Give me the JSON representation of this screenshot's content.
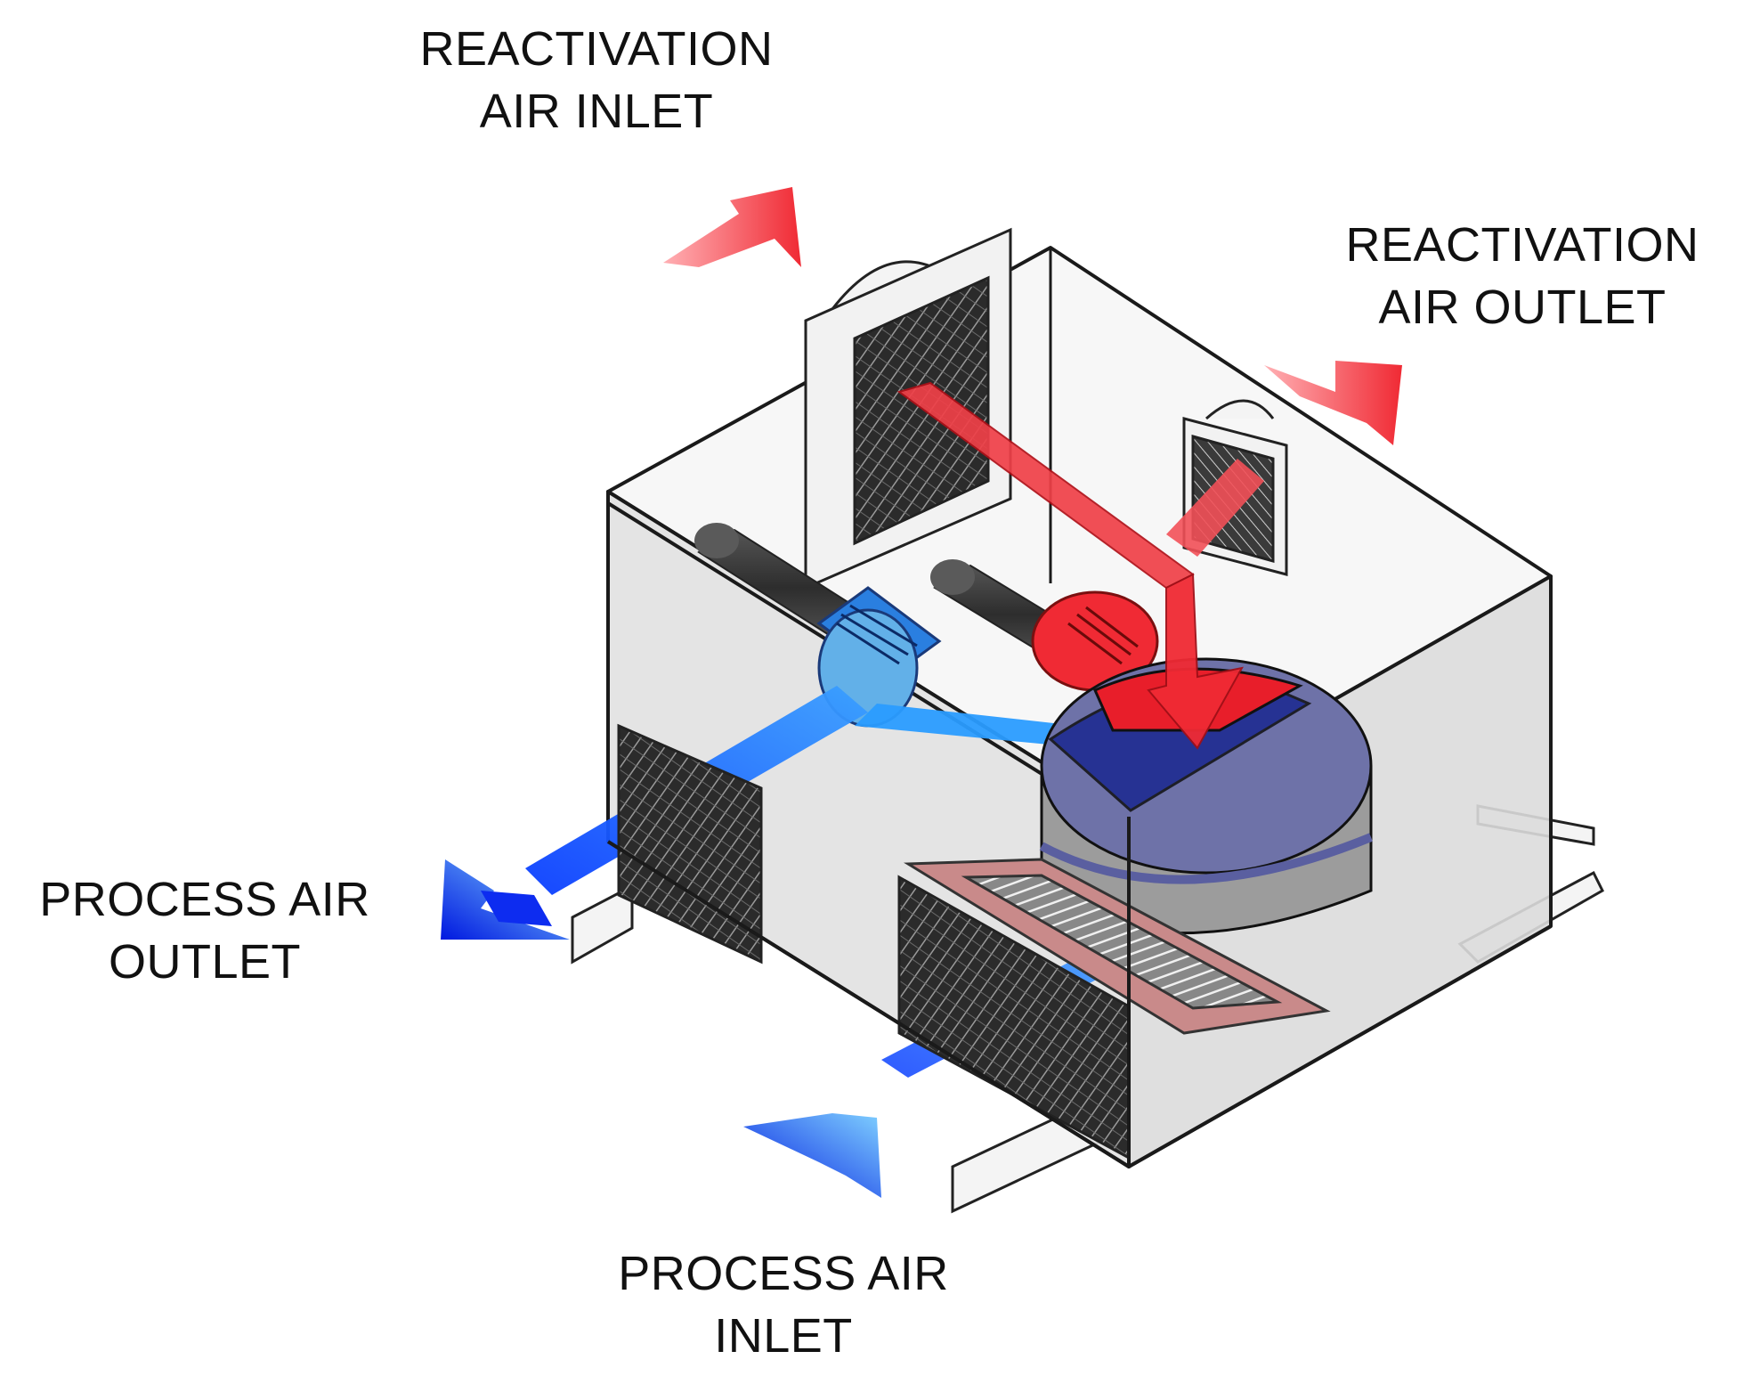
{
  "labels": {
    "reactivation_inlet": {
      "line1": "REACTIVATION",
      "line2": "AIR INLET"
    },
    "reactivation_outlet": {
      "line1": "REACTIVATION",
      "line2": "AIR OUTLET"
    },
    "process_outlet": {
      "line1": "PROCESS AIR",
      "line2": "OUTLET"
    },
    "process_inlet": {
      "line1": "PROCESS AIR",
      "line2": "INLET"
    }
  },
  "colors": {
    "reactivation_air": "#f0303a",
    "process_air": "#1a5cff",
    "cabinet_fill": "#e4e4e4",
    "desiccant_wheel": "#6e72a8",
    "heater": "#c98a8a"
  }
}
